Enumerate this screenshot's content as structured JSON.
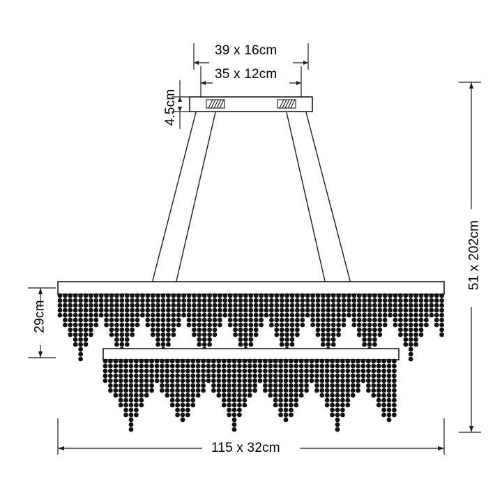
{
  "diagram": {
    "product_type": "rectangular-bar-crystal-beaded-pendant-chandelier",
    "stroke_color": "#1b1b1b",
    "fill_color": "#111111",
    "background_color": "#ffffff",
    "dimensions": {
      "top_outer": "39 x 16cm",
      "top_inner": "35 x 12cm",
      "canopy_height": "4.5cm",
      "overall_height": "51 x 202cm",
      "tier_height": "29cm",
      "bottom_width": "115 x 32cm"
    }
  },
  "labels": {
    "top_outer": "39 x 16cm",
    "top_inner": "35 x 12cm",
    "canopy_height": "4.5cm",
    "overall_height": "51 x 202cm",
    "tier_height": "29cm",
    "bottom_width": "115 x 32cm"
  }
}
